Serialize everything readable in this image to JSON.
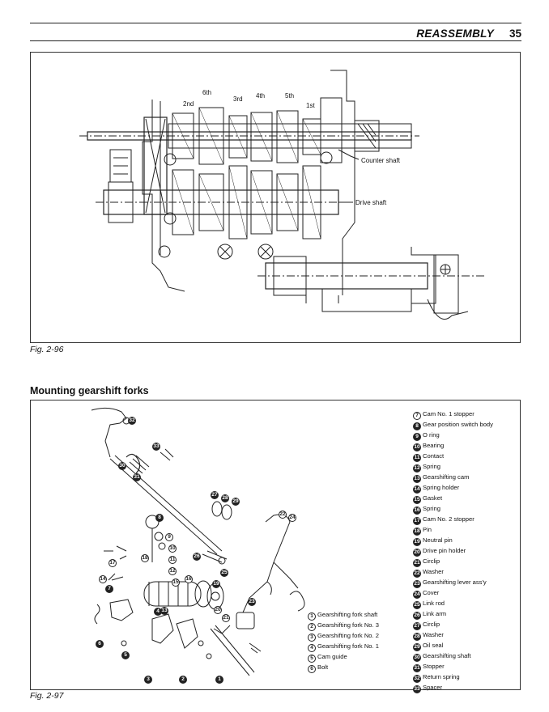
{
  "header": {
    "title": "REASSEMBLY",
    "page_number": "35"
  },
  "figure1": {
    "caption": "Fig. 2-96",
    "gear_labels": [
      "2nd",
      "6th",
      "3rd",
      "4th",
      "5th",
      "1st"
    ],
    "counter_shaft_label": "Counter shaft",
    "drive_shaft_label": "Drive shaft"
  },
  "section": {
    "title": "Mounting gearshift forks"
  },
  "figure2": {
    "caption": "Fig. 2-97",
    "legend_left": [
      {
        "n": "1",
        "label": "Gearshifting fork shaft"
      },
      {
        "n": "2",
        "label": "Gearshifting fork No. 3"
      },
      {
        "n": "3",
        "label": "Gearshifting fork No. 2"
      },
      {
        "n": "4",
        "label": "Gearshifting fork No. 1"
      },
      {
        "n": "5",
        "label": "Cam guide"
      },
      {
        "n": "6",
        "label": "Bolt"
      }
    ],
    "legend_right": [
      {
        "n": "7",
        "label": "Cam No. 1 stopper"
      },
      {
        "n": "8",
        "label": "Gear position switch body"
      },
      {
        "n": "9",
        "label": "O ring"
      },
      {
        "n": "10",
        "label": "Bearing"
      },
      {
        "n": "11",
        "label": "Contact"
      },
      {
        "n": "12",
        "label": "Spring"
      },
      {
        "n": "13",
        "label": "Gearshifting cam"
      },
      {
        "n": "14",
        "label": "Spring holder"
      },
      {
        "n": "15",
        "label": "Gasket"
      },
      {
        "n": "16",
        "label": "Spring"
      },
      {
        "n": "17",
        "label": "Cam No. 2 stopper"
      },
      {
        "n": "18",
        "label": "Pin"
      },
      {
        "n": "19",
        "label": "Neutral pin"
      },
      {
        "n": "20",
        "label": "Drive pin holder"
      },
      {
        "n": "21",
        "label": "Circlip"
      },
      {
        "n": "22",
        "label": "Washer"
      },
      {
        "n": "23",
        "label": "Gearshifting lever ass'y"
      },
      {
        "n": "24",
        "label": "Cover"
      },
      {
        "n": "25",
        "label": "Link rod"
      },
      {
        "n": "26",
        "label": "Link arm"
      },
      {
        "n": "27",
        "label": "Circlip"
      },
      {
        "n": "28",
        "label": "Washer"
      },
      {
        "n": "29",
        "label": "Oil seal"
      },
      {
        "n": "30",
        "label": "Gearshifting shaft"
      },
      {
        "n": "31",
        "label": "Stopper"
      },
      {
        "n": "32",
        "label": "Return spring"
      },
      {
        "n": "33",
        "label": "Spacer"
      }
    ],
    "callout_numbers": [
      "1",
      "2",
      "3",
      "4",
      "5",
      "6",
      "7",
      "8",
      "9",
      "10",
      "11",
      "12",
      "13",
      "14",
      "15",
      "16",
      "17",
      "18",
      "19",
      "20",
      "21",
      "22",
      "23",
      "24",
      "25",
      "26",
      "27",
      "28",
      "29",
      "30",
      "31",
      "32",
      "33"
    ]
  }
}
